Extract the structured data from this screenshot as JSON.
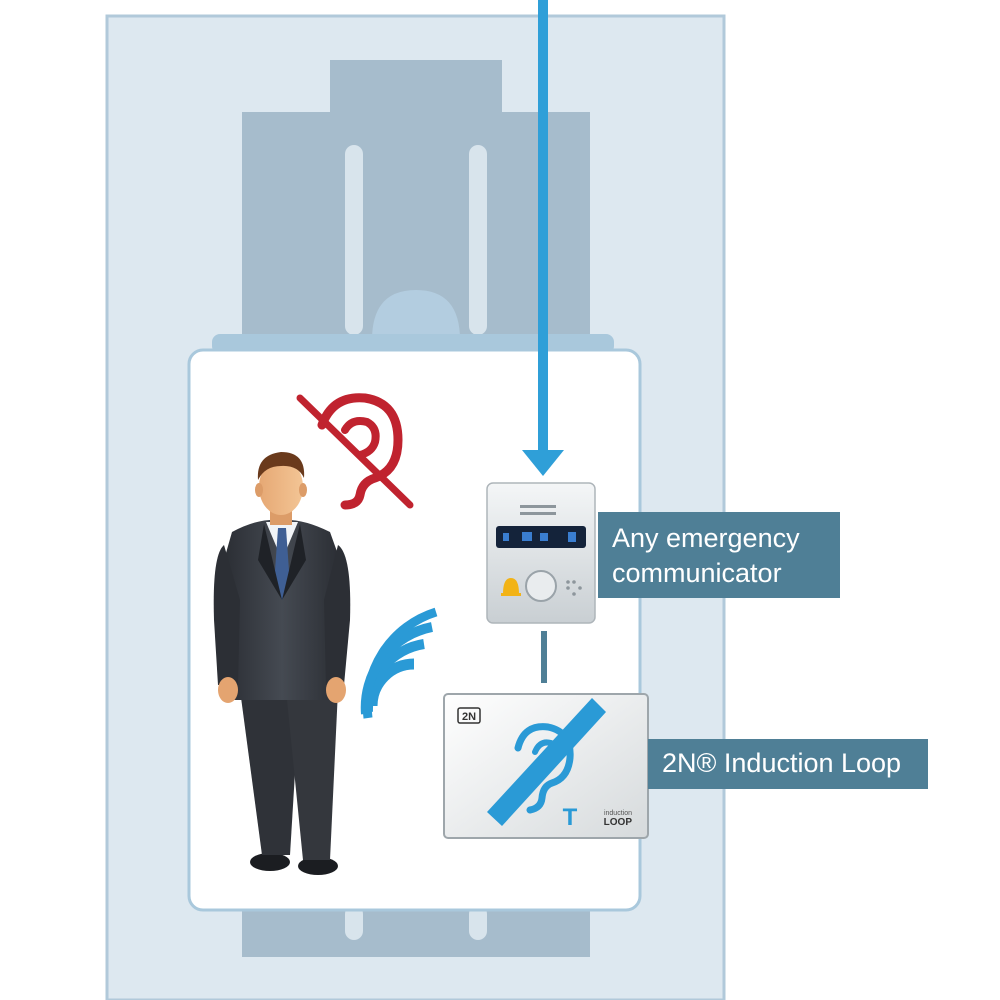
{
  "labels": {
    "communicator": {
      "line1": "Any emergency",
      "line2": "communicator"
    },
    "induction_loop": "2N® Induction Loop"
  },
  "device_communicator": {
    "icons": [
      "bell-icon",
      "call-button-icon",
      "braille-dots-icon"
    ]
  },
  "device_loop": {
    "brand": "2N",
    "t_letter": "T",
    "sub_small": "induction",
    "sub_big": "LOOP"
  },
  "colors": {
    "shaft": "#dbe7ef",
    "shaft_border": "#a9c4d8",
    "machinery": "#a6bccc",
    "cabin_top": "#a9c8dc",
    "cabin": "#ffffff",
    "signal_blue": "#2a9ad6",
    "arrow_blue": "#2f9fd8",
    "forbidden_red": "#c0232f",
    "label_bg": "#4f7f96"
  }
}
